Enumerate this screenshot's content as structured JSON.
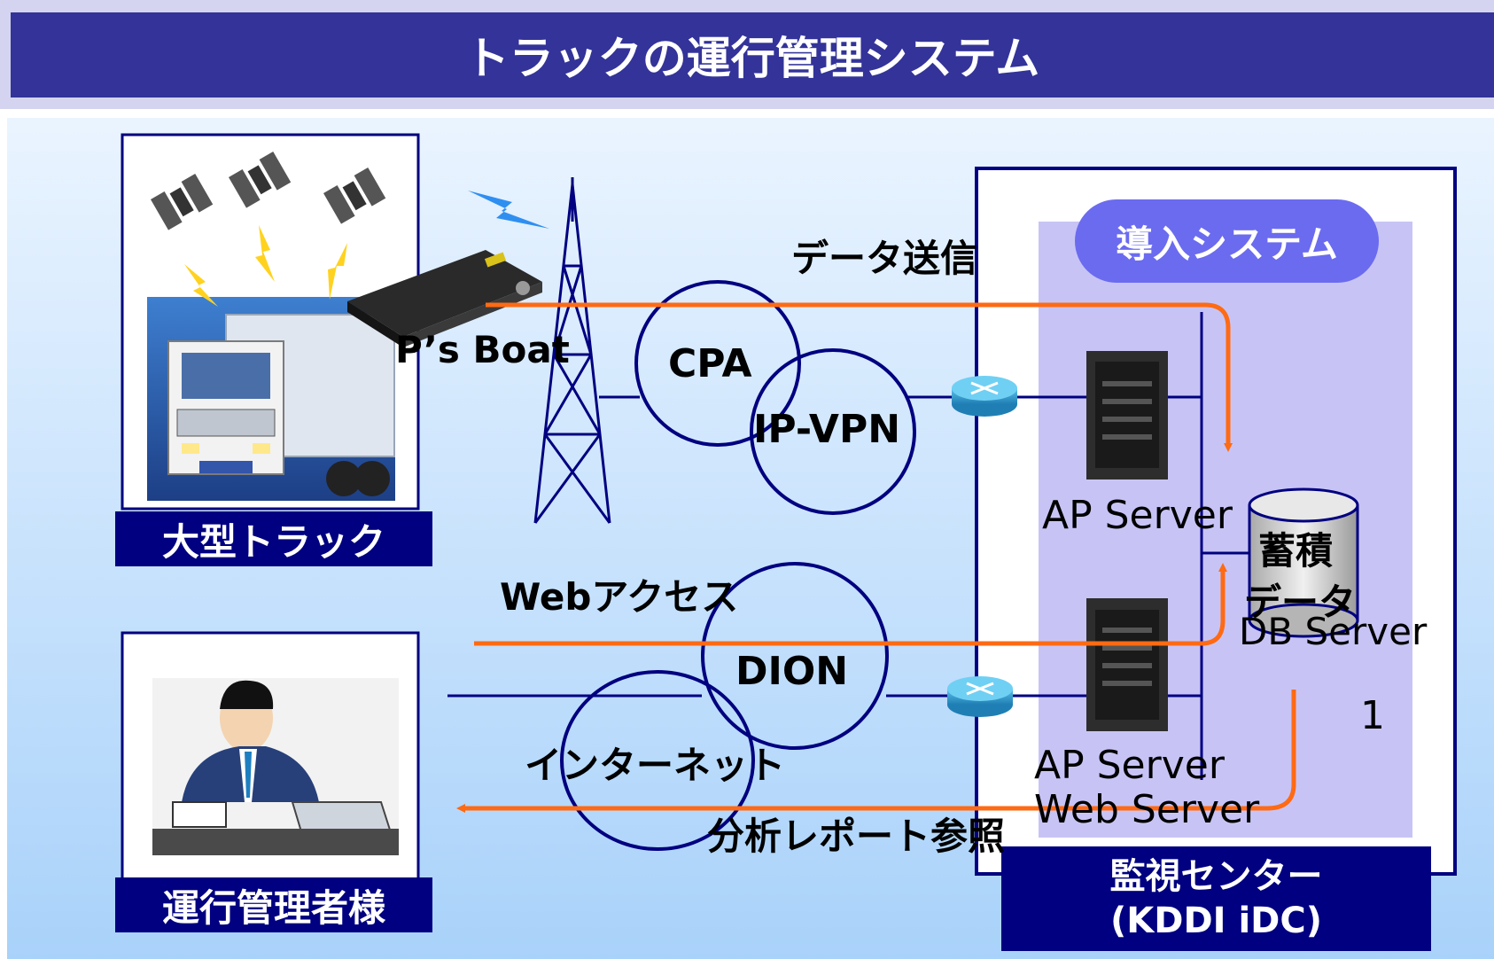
{
  "title": "トラックの運行管理システム",
  "labels": {
    "truck_box": "大型トラック",
    "manager_box": "運行管理者様",
    "center_line1": "監視センター",
    "center_line2": "(KDDI iDC)",
    "introduced_system": "導入システム",
    "device": "P’s Boat",
    "data_send": "データ送信",
    "cpa": "CPA",
    "ipvpn": "IP-VPN",
    "web_access": "Webアクセス",
    "dion": "DION",
    "internet": "インターネット",
    "report": "分析レポート参照",
    "ap_server": "AP Server",
    "ap_server2": "AP Server",
    "web_server": "Web Server",
    "stored_line1": "蓄積",
    "stored_line2": "データ",
    "db_server": "DB Server",
    "slide_number": "1"
  },
  "colors": {
    "title_bar": "#333399",
    "label_fill": "#000080",
    "network_line": "#000080",
    "arrow": "#ff6a13",
    "system_panel": "#c7c4f5",
    "system_badge": "#6b6bf0"
  },
  "icons": [
    "satellite-icon",
    "tower-icon",
    "router-icon",
    "server-icon",
    "database-icon",
    "truck-photo",
    "businessman-illustration",
    "device-icon",
    "radio-wave-icon",
    "lightning-icon"
  ]
}
